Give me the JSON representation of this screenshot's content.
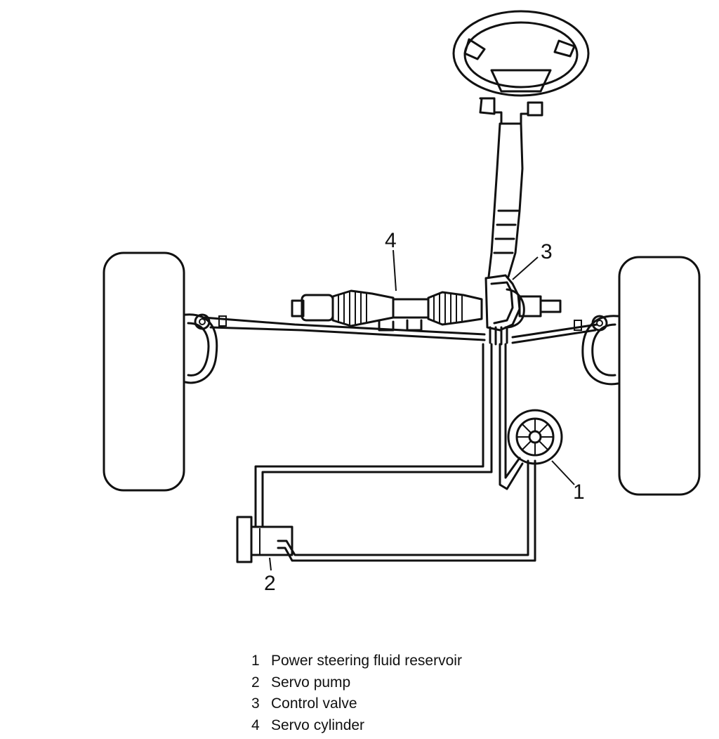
{
  "callouts": {
    "c1": "1",
    "c2": "2",
    "c3": "3",
    "c4": "4"
  },
  "legend": [
    {
      "num": "1",
      "text": "Power steering fluid reservoir"
    },
    {
      "num": "2",
      "text": "Servo pump"
    },
    {
      "num": "3",
      "text": "Control valve"
    },
    {
      "num": "4",
      "text": "Servo cylinder"
    }
  ]
}
